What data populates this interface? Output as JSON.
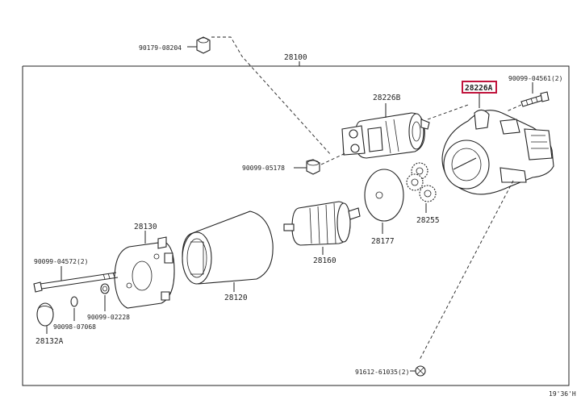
{
  "diagram": {
    "labels": {
      "p90179": "90179-08204",
      "p28100": "28100",
      "p28226B": "28226B",
      "p28226A": "28226A",
      "p90099_04561": "90099-04561(2)",
      "p90099_05178": "90099-05178",
      "p28130": "28130",
      "p28255": "28255",
      "p28177": "28177",
      "p28160": "28160",
      "p90099_04572": "90099-04572(2)",
      "p28120": "28120",
      "p90099_02228": "90099-02228",
      "p90098_07068": "90098-07068",
      "p28132A": "28132A",
      "p91612": "91612-61035(2)",
      "ref": "19'36'H"
    },
    "highlight_color": "#c0143c"
  }
}
